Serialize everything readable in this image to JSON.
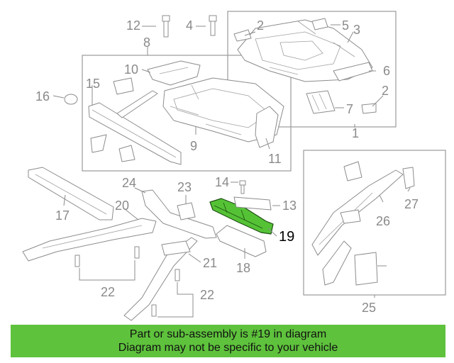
{
  "diagram": {
    "callouts": {
      "c1": "1",
      "c2a": "2",
      "c2b": "2",
      "c3": "3",
      "c4": "4",
      "c5": "5",
      "c6": "6",
      "c7": "7",
      "c8": "8",
      "c9": "9",
      "c10": "10",
      "c11": "11",
      "c12": "12",
      "c13": "13",
      "c14": "14",
      "c15": "15",
      "c16": "16",
      "c17": "17",
      "c18": "18",
      "c19": "19",
      "c20": "20",
      "c21": "21",
      "c22a": "22",
      "c22b": "22",
      "c23": "23",
      "c24": "24",
      "c25": "25",
      "c26": "26",
      "c27": "27"
    },
    "highlight_color": "#55c236"
  },
  "banner": {
    "line1": "Part or sub-assembly is #19 in diagram",
    "line2": "Diagram may not be specific to your vehicle",
    "color": "#5ec23c"
  }
}
